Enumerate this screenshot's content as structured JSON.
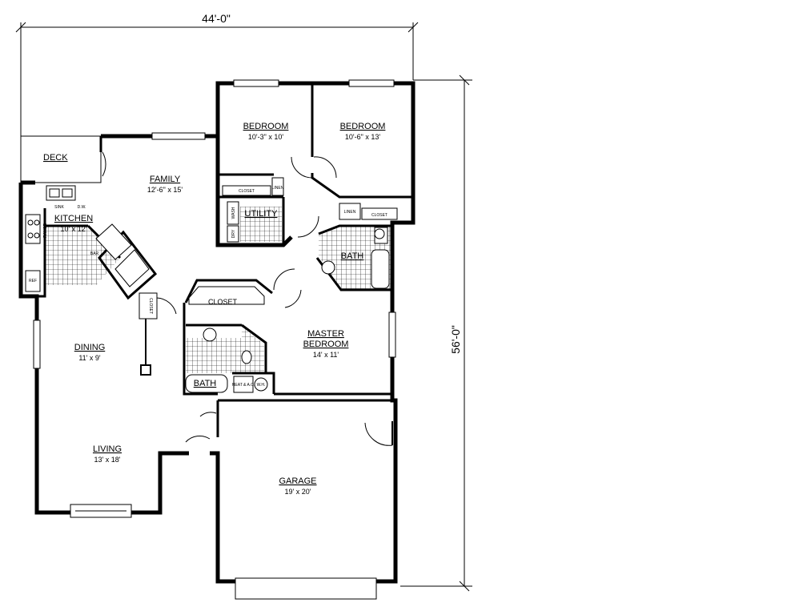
{
  "dimensions": {
    "width_label": "44'-0\"",
    "depth_label": "56'-0\""
  },
  "rooms": {
    "deck": {
      "name": "DECK"
    },
    "family": {
      "name": "FAMILY",
      "size": "12'-6\" x 15'"
    },
    "kitchen": {
      "name": "KITCHEN",
      "size": "10' x 12'"
    },
    "bedroom2": {
      "name": "BEDROOM",
      "size": "10'-3\" x 10'"
    },
    "bedroom3": {
      "name": "BEDROOM",
      "size": "10'-6\" x 13'"
    },
    "utility": {
      "name": "UTILITY"
    },
    "bath_hall": {
      "name": "BATH"
    },
    "dining": {
      "name": "DINING",
      "size": "11' x 9'"
    },
    "master": {
      "name_line1": "MASTER",
      "name_line2": "BEDROOM",
      "size": "14' x 11'"
    },
    "bath_master": {
      "name": "BATH"
    },
    "living": {
      "name": "LIVING",
      "size": "13' x 18'"
    },
    "garage": {
      "name": "GARAGE",
      "size": "19' x 20'"
    }
  },
  "fixtures": {
    "closet_bed2": "CLOSET",
    "linen_bed2": "LINEN",
    "closet_bed3": "CLOSET",
    "linen_bed3": "LINEN",
    "closet_master": "CLOSET",
    "closet_dining": "CLOSET",
    "bar": "BAR",
    "ref": "REF",
    "range": "RANGE",
    "dw": "D.W.",
    "sink": "SINK",
    "wash": "WASH",
    "dry": "DRY",
    "heat_ac": "HEAT & A.C.",
    "wh": "W.H."
  }
}
